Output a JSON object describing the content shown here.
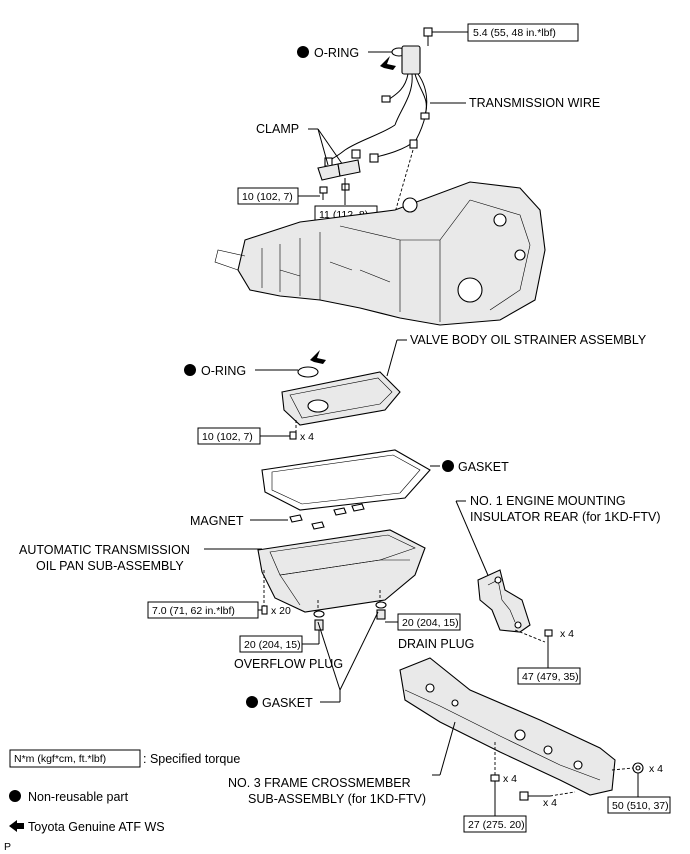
{
  "labels": {
    "o_ring_top": "O-RING",
    "transmission_wire": "TRANSMISSION WIRE",
    "clamp": "CLAMP",
    "valve_body": "VALVE BODY OIL STRAINER ASSEMBLY",
    "o_ring_mid": "O-RING",
    "gasket_top": "GASKET",
    "magnet": "MAGNET",
    "oil_pan_1": "AUTOMATIC TRANSMISSION",
    "oil_pan_2": "OIL PAN SUB-ASSEMBLY",
    "mount_1": "NO. 1 ENGINE MOUNTING",
    "mount_2": "INSULATOR REAR (for 1KD-FTV)",
    "overflow_plug": "OVERFLOW PLUG",
    "drain_plug": "DRAIN PLUG",
    "gasket_bottom": "GASKET",
    "crossmember_1": "NO. 3 FRAME CROSSMEMBER",
    "crossmember_2": "SUB-ASSEMBLY (for 1KD-FTV)"
  },
  "torques": {
    "t1": "5.4 (55, 48 in.*lbf)",
    "t2": "10 (102, 7)",
    "t3": "11 (112, 8)",
    "t4": "10 (102, 7)",
    "t5": "7.0 (71, 62 in.*lbf)",
    "t6": "20 (204, 15)",
    "t7": "20 (204, 15)",
    "t8": "47 (479, 35)",
    "t9": "27 (275. 20)",
    "t10": "50 (510, 37)"
  },
  "multipliers": {
    "m_strainer": "x 4",
    "m_pan": "x 20",
    "m_mount": "x 4",
    "m_cross_a": "x 4",
    "m_cross_b": "x 4",
    "m_cross_c": "x 4"
  },
  "legend": {
    "torque_box": "N*m (kgf*cm, ft.*lbf)",
    "torque_desc": ": Specified torque",
    "non_reusable": "Non-reusable part",
    "atf": "Toyota Genuine ATF WS"
  },
  "footer": "P"
}
